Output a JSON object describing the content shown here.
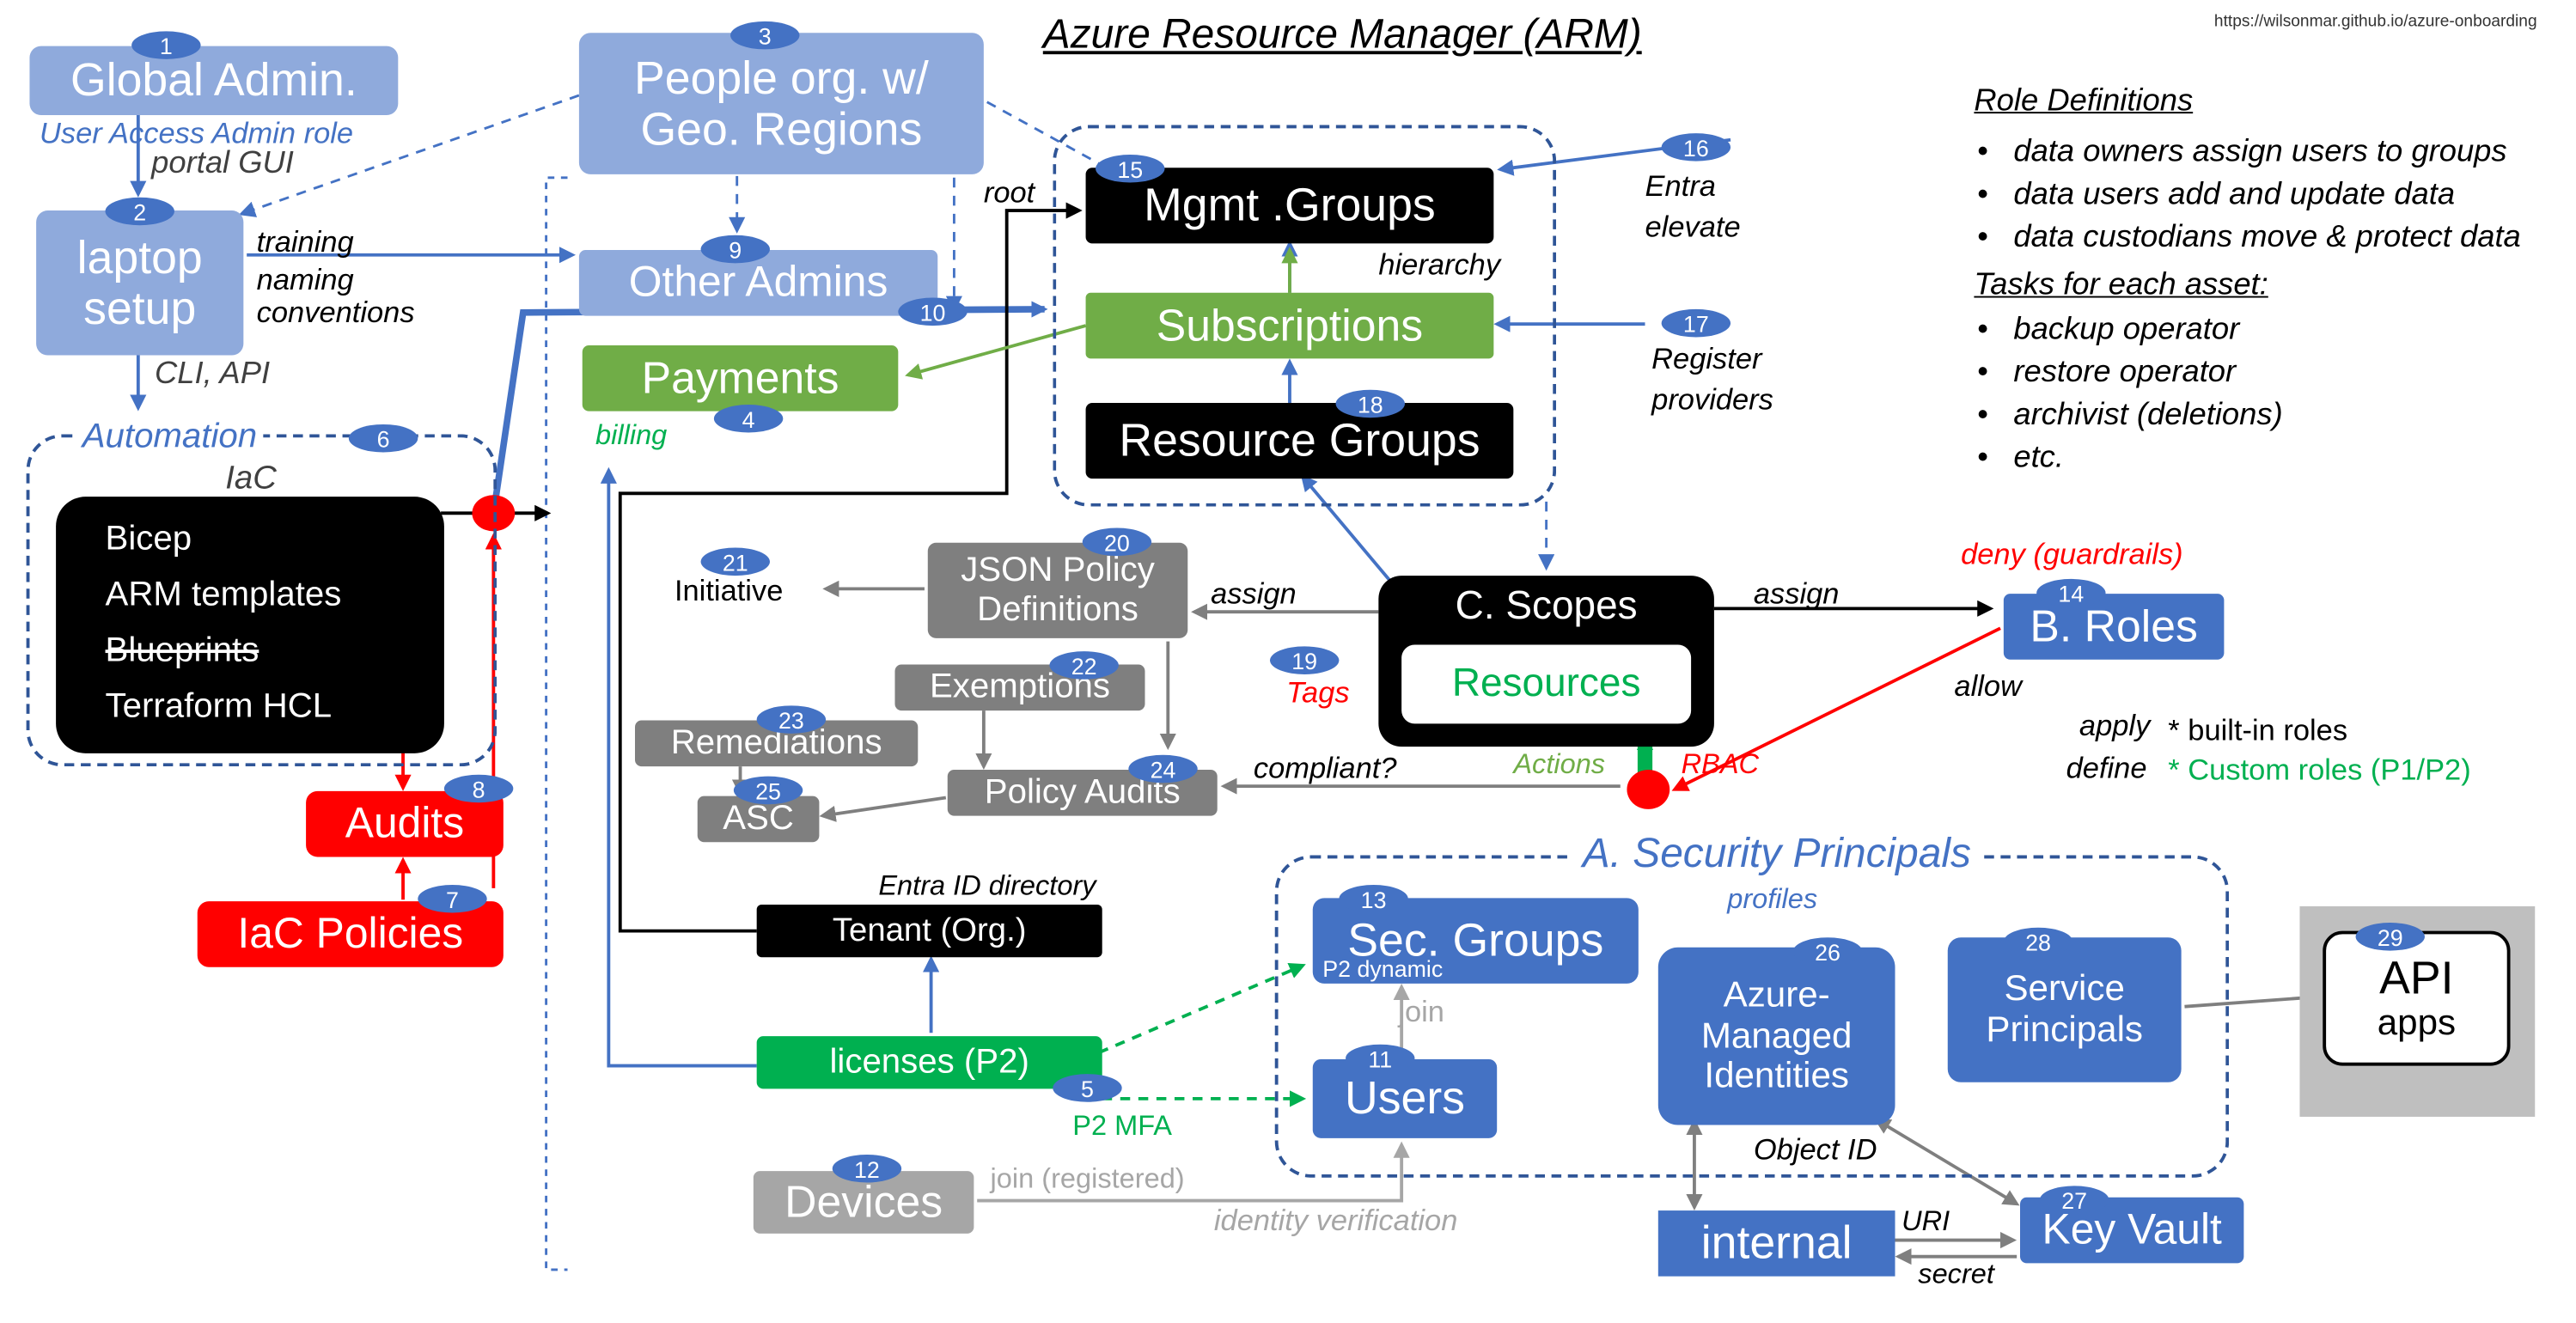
{
  "title": "Azure Resource Manager (ARM)",
  "url": "https://wilsonmar.github.io/azure-onboarding",
  "colors": {
    "blue": "#4472c4",
    "pale_blue": "#8faadc",
    "green": "#70ad47",
    "bright_green": "#00b050",
    "red": "#ff0000",
    "gray": "#7f7f7f",
    "black": "#000000"
  },
  "nodes": {
    "global_admin": {
      "badge": "1",
      "label": "Global Admin.",
      "note": "User Access Admin role"
    },
    "laptop": {
      "badge": "2",
      "line1": "laptop",
      "line2": "setup",
      "portal": "portal GUI",
      "cli": "CLI, API",
      "training": "training",
      "naming": "naming",
      "conventions": "conventions"
    },
    "people": {
      "badge": "3",
      "line1": "People org. w/",
      "line2": "Geo. Regions"
    },
    "payments": {
      "badge": "4",
      "label": "Payments",
      "note": "billing"
    },
    "mfa": {
      "badge": "5",
      "label": "P2 MFA"
    },
    "automation": {
      "badge": "6",
      "title": "Automation",
      "subtitle": "IaC",
      "items": [
        "Bicep",
        "ARM templates",
        "Blueprints",
        "Terraform HCL"
      ]
    },
    "iac_policies": {
      "badge": "7",
      "label": "IaC Policies"
    },
    "audits": {
      "badge": "8",
      "label": "Audits"
    },
    "other_admins": {
      "badge": "9",
      "label": "Other Admins"
    },
    "arrow10": {
      "badge": "10"
    },
    "users": {
      "badge": "11",
      "label": "Users"
    },
    "devices": {
      "badge": "12",
      "label": "Devices",
      "join": "join (registered)",
      "verify": "identity verification"
    },
    "sec_groups": {
      "badge": "13",
      "label": "Sec. Groups",
      "dynamic": "P2 dynamic",
      "join": "join"
    },
    "roles": {
      "badge": "14",
      "label": "B. Roles",
      "deny": "deny (guardrails)",
      "allow": "allow",
      "apply": "apply",
      "builtin": "* built-in roles",
      "define": "define",
      "custom": "* Custom roles (P1/P2)"
    },
    "mgmt_groups": {
      "badge": "15",
      "label": "Mgmt .Groups",
      "root": "root",
      "hierarchy": "hierarchy"
    },
    "entra": {
      "badge": "16",
      "line1": "Entra",
      "line2": "elevate"
    },
    "register": {
      "badge": "17",
      "line1": "Register",
      "line2": "providers"
    },
    "subscriptions": {
      "label": "Subscriptions"
    },
    "resource_groups": {
      "badge": "18",
      "label": "Resource Groups"
    },
    "tags": {
      "badge": "19",
      "label": "Tags"
    },
    "json_policy": {
      "badge": "20",
      "line1": "JSON Policy",
      "line2": "Definitions",
      "assign": "assign"
    },
    "initiative": {
      "badge": "21",
      "label": "Initiative"
    },
    "exemptions": {
      "badge": "22",
      "label": "Exemptions"
    },
    "remediations": {
      "badge": "23",
      "label": "Remediations"
    },
    "policy_audits": {
      "badge": "24",
      "label": "Policy Audits",
      "compliant": "compliant?"
    },
    "asc": {
      "badge": "25",
      "label": "ASC"
    },
    "managed_ids": {
      "badge": "26",
      "line1": "Azure-",
      "line2": "Managed",
      "line3": "Identities",
      "object_id": "Object ID"
    },
    "key_vault": {
      "badge": "27",
      "label": "Key Vault",
      "uri": "URI",
      "secret": "secret"
    },
    "service_principals": {
      "badge": "28",
      "line1": "Service",
      "line2": "Principals"
    },
    "api_apps": {
      "badge": "29",
      "line1": "API",
      "line2": "apps"
    },
    "scopes": {
      "label": "C. Scopes",
      "resources": "Resources",
      "assign": "assign",
      "actions": "Actions",
      "rbac": "RBAC"
    },
    "security_principals": {
      "title": "A. Security Principals",
      "profiles": "profiles"
    },
    "tenant": {
      "label": "Tenant (Org.)",
      "note": "Entra ID directory"
    },
    "licenses": {
      "label": "licenses (P2)"
    },
    "internal": {
      "label": "internal"
    }
  },
  "legend": {
    "role_heading": "Role Definitions",
    "roles": [
      "data owners assign users to groups",
      "data users  add and update data",
      "data custodians move & protect data"
    ],
    "task_heading": "Tasks for each asset:",
    "tasks": [
      "backup operator",
      "restore operator",
      "archivist (deletions)",
      "etc."
    ]
  }
}
